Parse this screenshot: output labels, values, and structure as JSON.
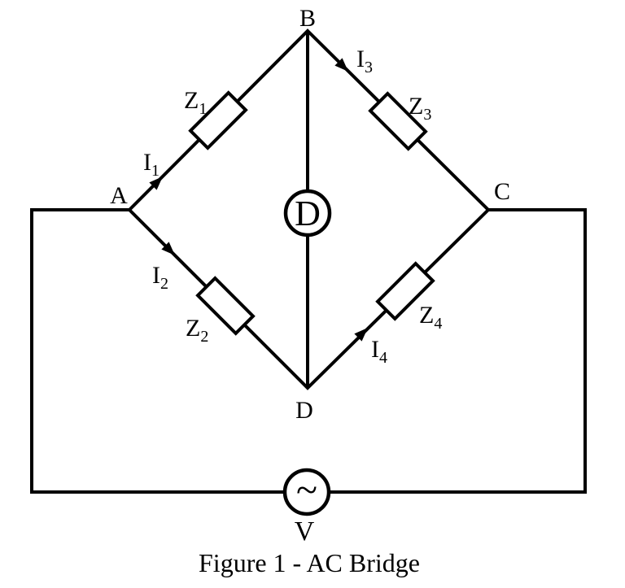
{
  "figure": {
    "caption": "Figure 1 - AC Bridge",
    "background_color": "#ffffff",
    "line_color": "#000000"
  },
  "nodes": {
    "a": "A",
    "b": "B",
    "c": "C",
    "d": "D"
  },
  "impedances": {
    "z1": {
      "base": "Z",
      "sub": "1"
    },
    "z2": {
      "base": "Z",
      "sub": "2"
    },
    "z3": {
      "base": "Z",
      "sub": "3"
    },
    "z4": {
      "base": "Z",
      "sub": "4"
    }
  },
  "currents": {
    "i1": {
      "base": "I",
      "sub": "1"
    },
    "i2": {
      "base": "I",
      "sub": "2"
    },
    "i3": {
      "base": "I",
      "sub": "3"
    },
    "i4": {
      "base": "I",
      "sub": "4"
    }
  },
  "detector": {
    "label": "D"
  },
  "source": {
    "symbol": "~",
    "label": "V"
  }
}
